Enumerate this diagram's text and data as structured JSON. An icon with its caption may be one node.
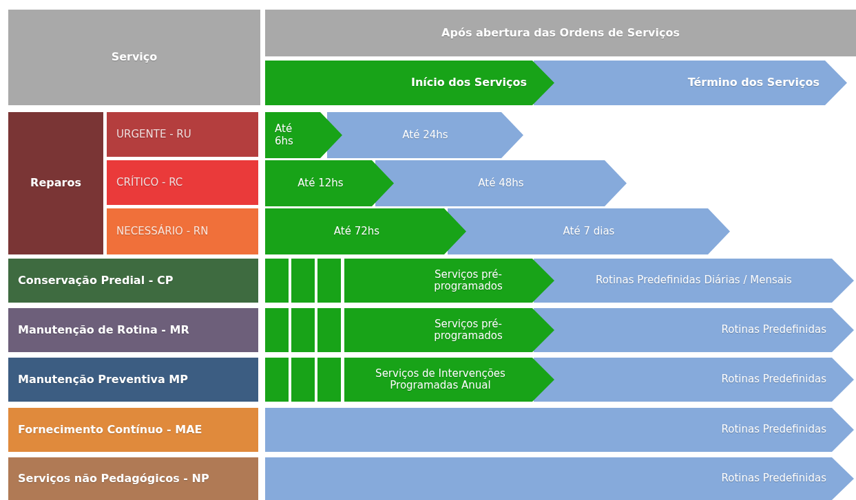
{
  "diagram": {
    "nodes": [
      {
        "text": [
          "Serviço"
        ]
      },
      {
        "text": [
          "Após abertura das Ordens de Serviços"
        ]
      },
      {
        "text": [
          "Início dos Serviços"
        ]
      },
      {
        "text": [
          "Término dos Serviços"
        ]
      },
      {
        "text": [
          "Reparos"
        ]
      },
      {
        "text": [
          "URGENTE - RU"
        ]
      },
      {
        "text": [
          "Até 6hs"
        ]
      },
      {
        "text": [
          "Até 24hs"
        ]
      },
      {
        "text": [
          "CRÍTICO - RC"
        ]
      },
      {
        "text": [
          "Até 12hs"
        ]
      },
      {
        "text": [
          "Até 48hs"
        ]
      },
      {
        "text": [
          "NECESSÁRIO - RN"
        ]
      },
      {
        "text": [
          "Até 72hs"
        ]
      },
      {
        "text": [
          "Até 7 dias"
        ]
      },
      {
        "text": [
          "Conservação Predial - CP"
        ]
      },
      {
        "text": [],
        "shape": "box"
      },
      {
        "text": [],
        "shape": "box"
      },
      {
        "text": [],
        "shape": "box"
      },
      {
        "text": [
          "Serviços pré-programados"
        ]
      },
      {
        "text": [
          "Rotinas Predefinidas Diárias / Mensais"
        ]
      },
      {
        "text": [
          "Manutenção de Rotina - MR"
        ]
      },
      {
        "text": [],
        "shape": "box"
      },
      {
        "text": [],
        "shape": "box"
      },
      {
        "text": [],
        "shape": "box"
      },
      {
        "text": [
          "Serviços pré-programados"
        ]
      },
      {
        "text": [
          "Rotinas Predefinidas"
        ]
      },
      {
        "text": [
          "Manutenção Preventiva MP"
        ]
      },
      {
        "text": [],
        "shape": "box"
      },
      {
        "text": [],
        "shape": "box"
      },
      {
        "text": [],
        "shape": "box"
      },
      {
        "text": [
          "Serviços de Intervenções Programadas Anual"
        ]
      },
      {
        "text": [
          "Rotinas Predefinidas"
        ]
      },
      {
        "text": [
          "Fornecimento Contínuo - MAE"
        ]
      },
      {
        "text": [
          "Rotinas Predefinidas"
        ]
      },
      {
        "text": [
          "Serviços não Pedagógicos - NP"
        ]
      },
      {
        "text": [
          "Rotinas Predefinidas"
        ]
      }
    ]
  }
}
